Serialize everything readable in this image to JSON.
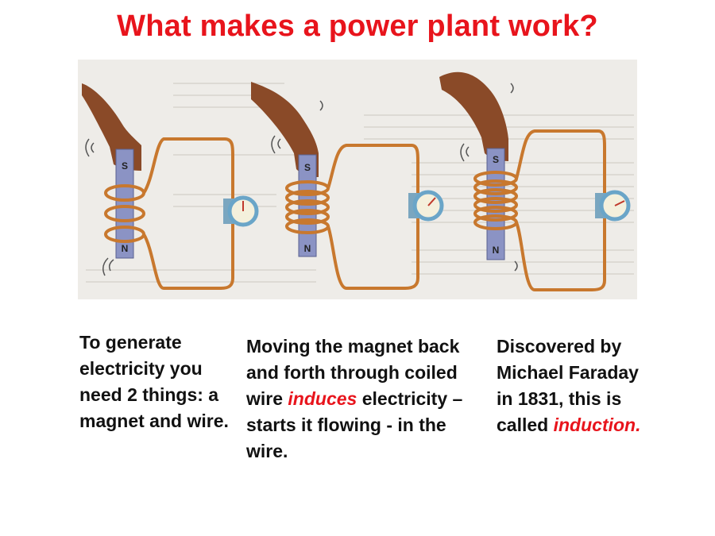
{
  "title": "What makes a power plant work?",
  "figure": {
    "panels": [
      {
        "pole_top": "S",
        "pole_bottom": "N"
      },
      {
        "pole_top": "S",
        "pole_bottom": "N"
      },
      {
        "pole_top": "S",
        "pole_bottom": "N"
      }
    ]
  },
  "columns": {
    "col1": {
      "text": "To generate electricity you need 2 things: a magnet and wire."
    },
    "col2": {
      "before": "Moving the magnet back and forth through coiled wire ",
      "highlight": "induces",
      "after": " electricity – starts it flowing - in the wire."
    },
    "col3": {
      "before": "Discovered by Michael Faraday in 1831, this is called ",
      "highlight": "induction."
    }
  },
  "colors": {
    "title": "#e8141c",
    "highlight": "#e8141c",
    "wire": "#c8782e",
    "magnet": "#8b93c4",
    "hand": "#8a4a28",
    "meter": "#6aa5c8",
    "background_page": "#eeece8"
  }
}
